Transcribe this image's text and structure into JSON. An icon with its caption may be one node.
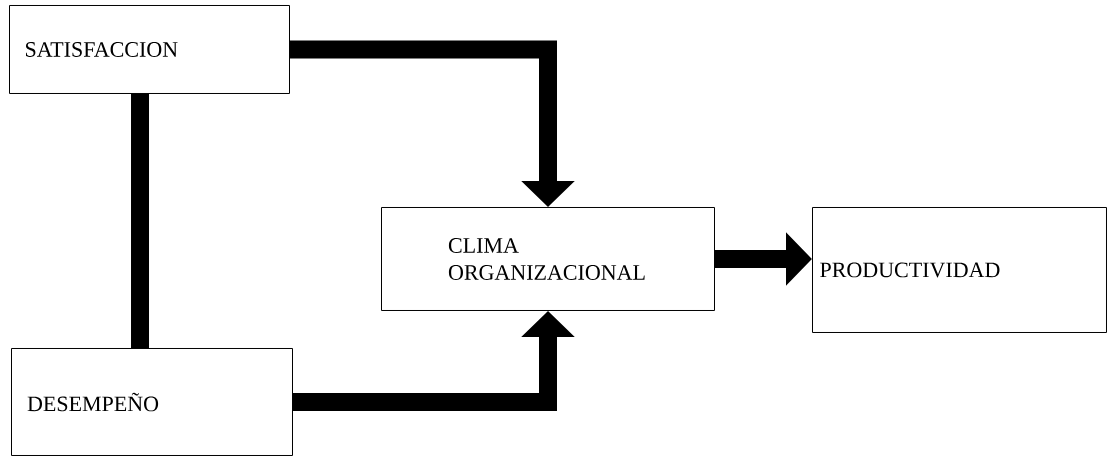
{
  "diagram": {
    "nodes": [
      {
        "text": [
          "SATISFACCION"
        ]
      },
      {
        "text": [
          "DESEMPEÑO"
        ]
      },
      {
        "text": [
          "CLIMA ORGANIZACIONAL"
        ]
      },
      {
        "text": [
          "PRODUCTIVIDAD"
        ]
      }
    ],
    "edges": [
      {
        "from": 0,
        "to": 2,
        "arrow": "to"
      },
      {
        "from": 0,
        "to": 1,
        "arrow": "none"
      },
      {
        "from": 1,
        "to": 2,
        "arrow": "to"
      },
      {
        "from": 2,
        "to": 3,
        "arrow": "to"
      }
    ]
  }
}
